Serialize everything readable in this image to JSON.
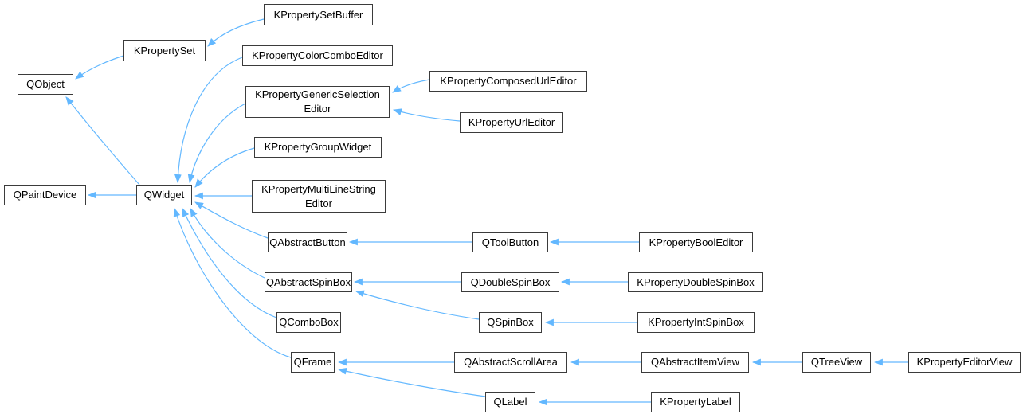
{
  "diagram": {
    "type": "class-inheritance-graph",
    "title": "KProperty widgets class inheritance diagram",
    "colors": {
      "edge": "#63b8ff",
      "node_border": "#3b3b3b",
      "node_bg": "#ffffff",
      "text": "#000000",
      "background": "#ffffff"
    },
    "nodes": {
      "qpaintdevice": {
        "label": "QPaintDevice"
      },
      "qobject": {
        "label": "QObject"
      },
      "kpropertyset": {
        "label": "KPropertySet"
      },
      "kpropertysetbuffer": {
        "label": "KPropertySetBuffer"
      },
      "kpropertycolorcomboeditor": {
        "label": "KPropertyColorComboEditor"
      },
      "kpropertygenericselectioneditor": {
        "label": "KPropertyGenericSelection\nEditor"
      },
      "kpropertycomposedurleditor": {
        "label": "KPropertyComposedUrlEditor"
      },
      "kpropertyurleditor": {
        "label": "KPropertyUrlEditor"
      },
      "kpropertygroupwidget": {
        "label": "KPropertyGroupWidget"
      },
      "qwidget": {
        "label": "QWidget"
      },
      "kpropertymultilinestringeditor": {
        "label": "KPropertyMultiLineString\nEditor"
      },
      "qabstractbutton": {
        "label": "QAbstractButton"
      },
      "qtoolbutton": {
        "label": "QToolButton"
      },
      "kpropertybooleditor": {
        "label": "KPropertyBoolEditor"
      },
      "qabstractspinbox": {
        "label": "QAbstractSpinBox"
      },
      "qdoublespinbox": {
        "label": "QDoubleSpinBox"
      },
      "kpropertydoublespinbox": {
        "label": "KPropertyDoubleSpinBox"
      },
      "qcombobox": {
        "label": "QComboBox"
      },
      "qspinbox": {
        "label": "QSpinBox"
      },
      "kpropertyintspinbox": {
        "label": "KPropertyIntSpinBox"
      },
      "qframe": {
        "label": "QFrame"
      },
      "qabstractscrollarea": {
        "label": "QAbstractScrollArea"
      },
      "qabstractitemview": {
        "label": "QAbstractItemView"
      },
      "qtreeview": {
        "label": "QTreeView"
      },
      "kpropertyeditorview": {
        "label": "KPropertyEditorView"
      },
      "qlabel": {
        "label": "QLabel"
      },
      "kpropertylabel": {
        "label": "KPropertyLabel"
      }
    },
    "edges": [
      {
        "from": "KPropertySetBuffer",
        "to": "KPropertySet"
      },
      {
        "from": "KPropertySet",
        "to": "QObject"
      },
      {
        "from": "QWidget",
        "to": "QObject"
      },
      {
        "from": "QWidget",
        "to": "QPaintDevice"
      },
      {
        "from": "KPropertyColorComboEditor",
        "to": "QWidget"
      },
      {
        "from": "KPropertyGenericSelectionEditor",
        "to": "QWidget"
      },
      {
        "from": "KPropertyComposedUrlEditor",
        "to": "KPropertyGenericSelectionEditor"
      },
      {
        "from": "KPropertyUrlEditor",
        "to": "KPropertyGenericSelectionEditor"
      },
      {
        "from": "KPropertyGroupWidget",
        "to": "QWidget"
      },
      {
        "from": "KPropertyMultiLineStringEditor",
        "to": "QWidget"
      },
      {
        "from": "QAbstractButton",
        "to": "QWidget"
      },
      {
        "from": "QToolButton",
        "to": "QAbstractButton"
      },
      {
        "from": "KPropertyBoolEditor",
        "to": "QToolButton"
      },
      {
        "from": "QAbstractSpinBox",
        "to": "QWidget"
      },
      {
        "from": "QDoubleSpinBox",
        "to": "QAbstractSpinBox"
      },
      {
        "from": "KPropertyDoubleSpinBox",
        "to": "QDoubleSpinBox"
      },
      {
        "from": "QComboBox",
        "to": "QWidget"
      },
      {
        "from": "QSpinBox",
        "to": "QAbstractSpinBox"
      },
      {
        "from": "KPropertyIntSpinBox",
        "to": "QSpinBox"
      },
      {
        "from": "QFrame",
        "to": "QWidget"
      },
      {
        "from": "QAbstractScrollArea",
        "to": "QFrame"
      },
      {
        "from": "QAbstractItemView",
        "to": "QAbstractScrollArea"
      },
      {
        "from": "QTreeView",
        "to": "QAbstractItemView"
      },
      {
        "from": "KPropertyEditorView",
        "to": "QTreeView"
      },
      {
        "from": "QLabel",
        "to": "QFrame"
      },
      {
        "from": "KPropertyLabel",
        "to": "QLabel"
      }
    ]
  }
}
